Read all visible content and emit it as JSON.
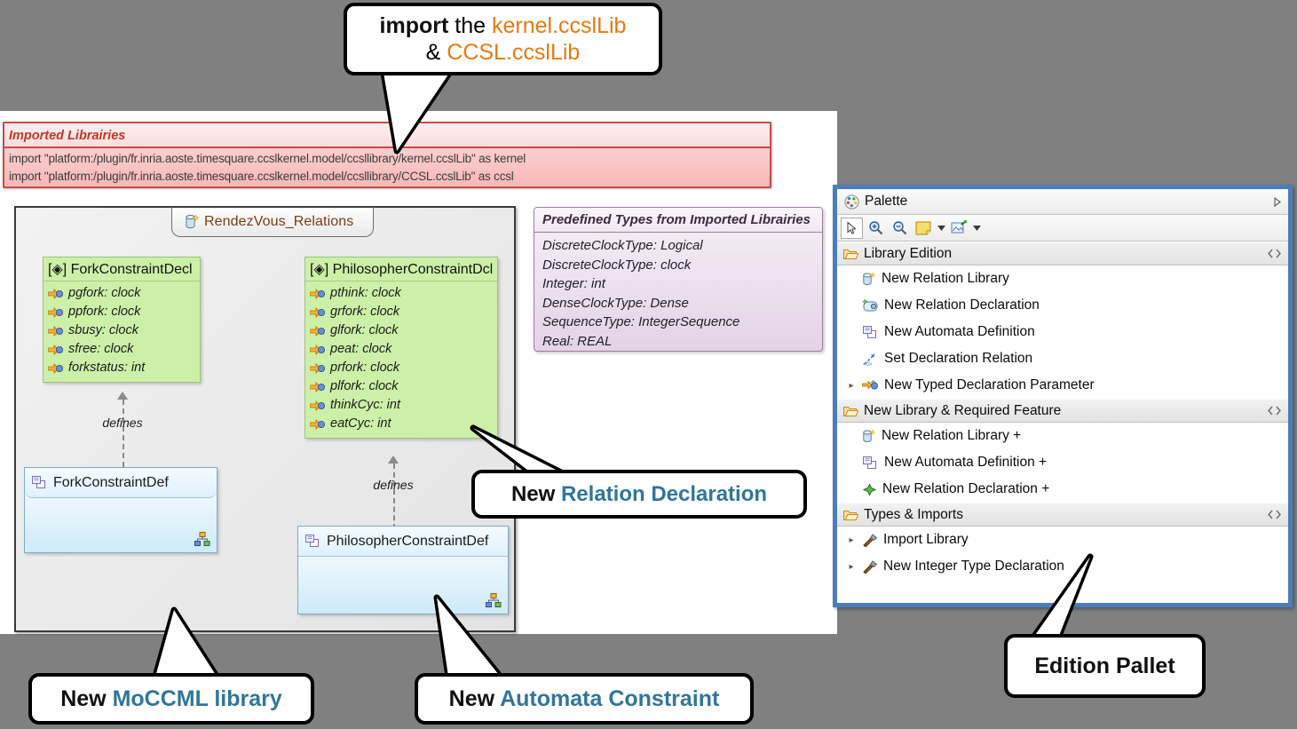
{
  "imported_libraries": {
    "title": "Imported Librairies",
    "lines": [
      "import \"platform:/plugin/fr.inria.aoste.timesquare.ccslkernel.model/ccsllibrary/kernel.ccslLib\" as kernel",
      "import \"platform:/plugin/fr.inria.aoste.timesquare.ccslkernel.model/ccsllibrary/CCSL.ccslLib\" as ccsl"
    ]
  },
  "diagram": {
    "frame_title": "RendezVous_Relations",
    "fork_decl": {
      "title": "[◈] ForkConstraintDecl",
      "attributes": [
        "pgfork: clock",
        "ppfork: clock",
        "sbusy: clock",
        "sfree: clock",
        "forkstatus: int"
      ]
    },
    "philosopher_decl": {
      "title": "[◈] PhilosopherConstraintDcl",
      "attributes": [
        "pthink: clock",
        "grfork: clock",
        "glfork: clock",
        "peat: clock",
        "prfork: clock",
        "plfork: clock",
        "thinkCyc: int",
        "eatCyc: int"
      ]
    },
    "fork_def": {
      "title": "ForkConstraintDef"
    },
    "philosopher_def": {
      "title": "PhilosopherConstraintDef"
    },
    "link_label_1": "defines",
    "link_label_2": "defines"
  },
  "predefined_types": {
    "title": "Predefined Types from Imported Librairies",
    "lines": [
      "DiscreteClockType: Logical",
      "DiscreteClockType: clock",
      "Integer: int",
      "DenseClockType: Dense",
      "SequenceType: IntegerSequence",
      "Real: REAL"
    ]
  },
  "palette": {
    "title": "Palette",
    "sections": [
      {
        "label": "New Library & Required Feature",
        "items": []
      }
    ],
    "library_edition": {
      "label": "Library Edition",
      "items": [
        {
          "label": "New Relation Library",
          "icon": "relation-library-icon",
          "expander": false
        },
        {
          "label": "New Relation Declaration",
          "icon": "relation-declaration-icon",
          "expander": false
        },
        {
          "label": "New Automata Definition",
          "icon": "automata-definition-icon",
          "expander": false
        },
        {
          "label": "Set Declaration Relation",
          "icon": "set-declaration-relation-icon",
          "expander": false
        },
        {
          "label": "New Typed Declaration Parameter",
          "icon": "typed-declaration-parameter-icon",
          "expander": true
        }
      ]
    },
    "new_library_required_feature": {
      "label": "New Library & Required Feature",
      "items": [
        {
          "label": "New Relation Library +",
          "icon": "relation-library-icon",
          "expander": false
        },
        {
          "label": "New Automata Definition +",
          "icon": "automata-definition-icon",
          "expander": false
        },
        {
          "label": "New Relation Declaration +",
          "icon": "green-diamond-icon",
          "expander": false
        }
      ]
    },
    "types_imports": {
      "label": "Types & Imports",
      "items": [
        {
          "label": "Import Library",
          "icon": "hammer-icon",
          "expander": true
        },
        {
          "label": "New Integer Type Declaration",
          "icon": "hammer-icon",
          "expander": true
        }
      ]
    }
  },
  "callouts": {
    "import": {
      "line1_a": "import",
      "line1_b": " the ",
      "line1_c": "kernel.ccslLib",
      "line2_a": "& ",
      "line2_b": "CCSL.ccslLib"
    },
    "relation_declaration": {
      "a": "New ",
      "b": "Relation Declaration"
    },
    "moccml_library": {
      "a": "New ",
      "b": "MoCCML library"
    },
    "automata_constraint": {
      "a": "New ",
      "b": "Automata Constraint"
    },
    "edition_pallet": {
      "a": "Edition Pallet"
    }
  },
  "colors": {
    "accent_orange": "#e8790f",
    "accent_blue": "#31769a",
    "panel_border_blue": "#4a7ebb",
    "imported_red": "#c0392b",
    "decl_green": "#cdf0a8",
    "def_blue": "#cfeaf9"
  }
}
